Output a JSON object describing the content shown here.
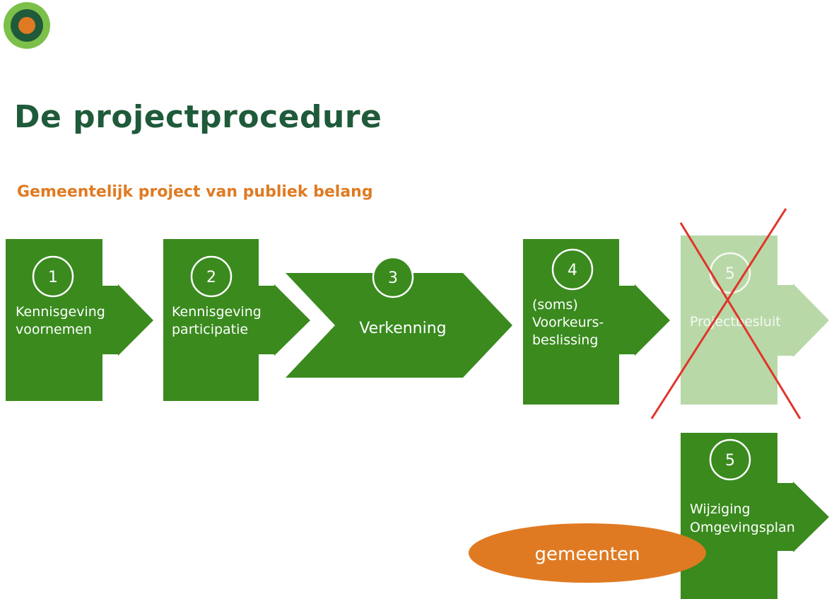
{
  "title": "De projectprocedure",
  "subtitle": "Gemeentelijk project van publiek belang",
  "colors": {
    "green": "#3a8a1e",
    "faded_green": "#b9d8a8",
    "title_green": "#1f5a3a",
    "orange": "#e07a22",
    "cross_red": "#e0342a"
  },
  "steps": [
    {
      "number": "1",
      "line1": "Kennisgeving",
      "line2": "voornemen"
    },
    {
      "number": "2",
      "line1": "Kennisgeving",
      "line2": "participatie"
    },
    {
      "number": "3",
      "line1": "Verkenning"
    },
    {
      "number": "4",
      "line1": "(soms)",
      "line2": "Voorkeurs-",
      "line3": "beslissing"
    },
    {
      "number": "5",
      "line1": "Projectbesluit",
      "crossed_out": true
    },
    {
      "number": "5",
      "line1": "Wijziging",
      "line2": "Omgevingsplan"
    }
  ],
  "ellipse_label": "gemeenten"
}
